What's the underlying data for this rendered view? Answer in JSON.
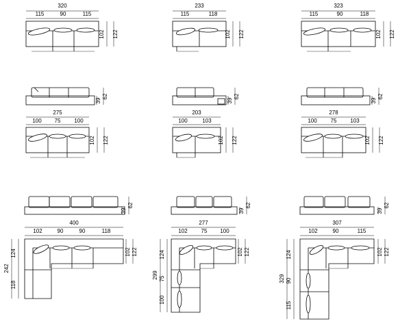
{
  "sheet": {
    "modules": [
      {
        "id": "m1",
        "overall": "320",
        "segments": [
          "115",
          "90",
          "115"
        ],
        "depth_inner": "102",
        "depth_outer": "122"
      },
      {
        "id": "m2",
        "overall": "233",
        "segments": [
          "115",
          "118"
        ],
        "depth_inner": "102",
        "depth_outer": "122"
      },
      {
        "id": "m3",
        "overall": "323",
        "segments": [
          "115",
          "90",
          "118"
        ],
        "depth_inner": "102",
        "depth_outer": "122"
      },
      {
        "id": "m4",
        "overall": "275",
        "segments": [
          "100",
          "75",
          "100"
        ],
        "depth_inner": "102",
        "depth_outer": "122",
        "height_seat": "39",
        "height_back": "62"
      },
      {
        "id": "m5",
        "overall": "203",
        "segments": [
          "100",
          "103"
        ],
        "depth_inner": "102",
        "depth_outer": "122",
        "height_seat": "39",
        "height_back": "62"
      },
      {
        "id": "m6",
        "overall": "278",
        "segments": [
          "100",
          "75",
          "103"
        ],
        "depth_inner": "102",
        "depth_outer": "122",
        "height_seat": "39",
        "height_back": "62"
      },
      {
        "id": "m7",
        "overall": "400",
        "segments": [
          "102",
          "90",
          "90",
          "118"
        ],
        "depth_inner": "102",
        "depth_outer": "122",
        "height_seat": "39",
        "height_back": "62",
        "side_total": "242",
        "side_a": "124",
        "side_b": "118"
      },
      {
        "id": "m8",
        "overall": "277",
        "segments": [
          "102",
          "75",
          "100"
        ],
        "depth_inner": "102",
        "depth_outer": "122",
        "height_seat": "39",
        "height_back": "62",
        "side_total": "299",
        "side_a": "124",
        "side_b": "75",
        "side_c": "100"
      },
      {
        "id": "m9",
        "overall": "307",
        "segments": [
          "102",
          "90",
          "115"
        ],
        "depth_inner": "102",
        "depth_outer": "122",
        "height_seat": "39",
        "height_back": "62",
        "side_total": "329",
        "side_a": "124",
        "side_b": "90",
        "side_c": "115"
      }
    ]
  }
}
